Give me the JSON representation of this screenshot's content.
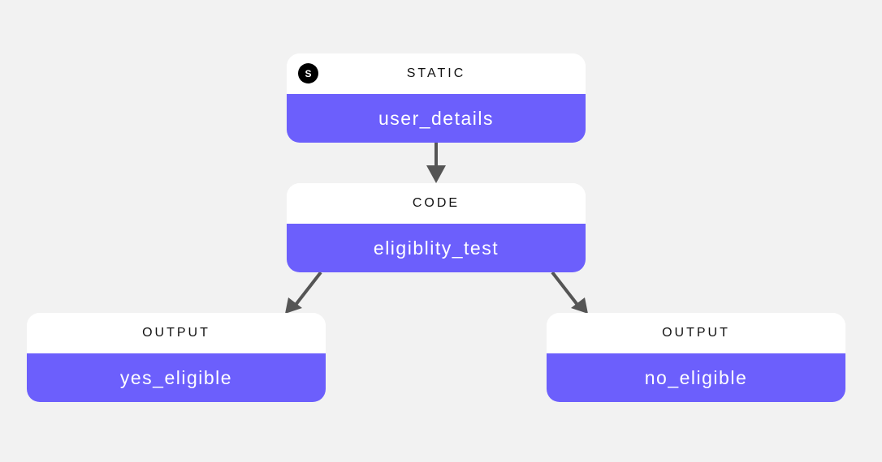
{
  "colors": {
    "background": "#f2f2f2",
    "node_header": "#ffffff",
    "node_body": "#6c5ffc",
    "edge": "#555555",
    "badge": "#000000"
  },
  "nodes": {
    "user_details": {
      "type": "STATIC",
      "name": "user_details",
      "badge": "S"
    },
    "eligibility_test": {
      "type": "CODE",
      "name": "eligiblity_test"
    },
    "yes_eligible": {
      "type": "OUTPUT",
      "name": "yes_eligible"
    },
    "no_eligible": {
      "type": "OUTPUT",
      "name": "no_eligible"
    }
  },
  "edges": [
    {
      "from": "user_details",
      "to": "eligibility_test"
    },
    {
      "from": "eligibility_test",
      "to": "yes_eligible"
    },
    {
      "from": "eligibility_test",
      "to": "no_eligible"
    }
  ]
}
